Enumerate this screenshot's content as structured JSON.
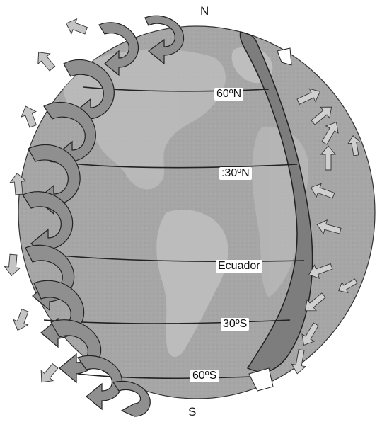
{
  "poles": {
    "north": "N",
    "south": "S"
  },
  "latitudes": {
    "lat_60n": "60ºN",
    "lat_30n": ":30ºN",
    "equator": "Ecuador",
    "lat_30s": "30ºS",
    "lat_60s": "60ºS"
  },
  "colors": {
    "background": "#ffffff",
    "globe": "#a9a9a9",
    "land": "#bdbdbd",
    "cell_arrow": "#8f8f8f",
    "wind_arrow": "#c4c4c4",
    "terminator_band": "#7d7d7d",
    "outline": "#222222"
  },
  "icons": {
    "convection_cell": "circulation-cell-arrow-icon",
    "surface_wind": "surface-wind-arrow-icon"
  }
}
